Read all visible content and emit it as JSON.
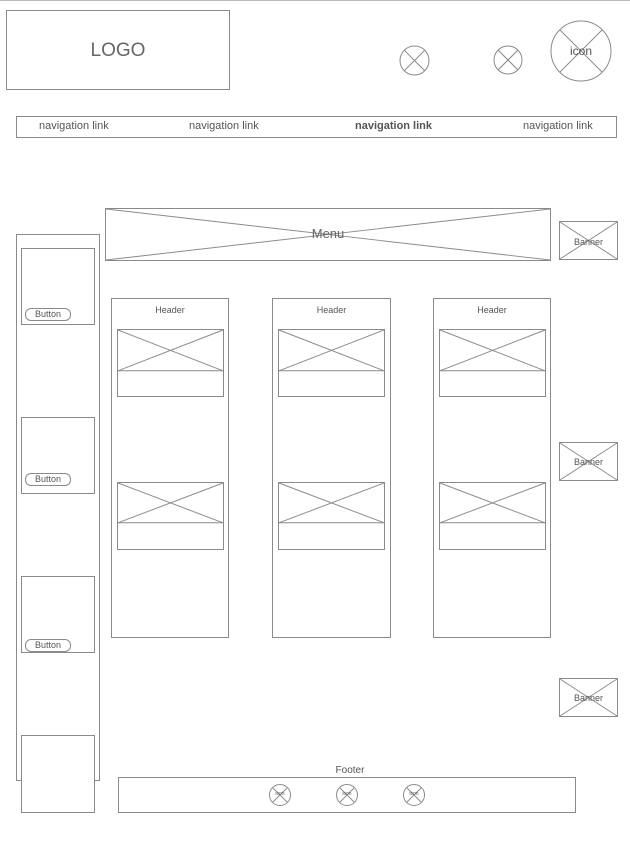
{
  "header": {
    "logo_label": "LOGO",
    "icon_label": "icon"
  },
  "nav": {
    "links": [
      {
        "label": "navigation link",
        "active": false
      },
      {
        "label": "navigation link",
        "active": false
      },
      {
        "label": "navigation link",
        "active": true
      },
      {
        "label": "navigation link",
        "active": false
      }
    ]
  },
  "menu": {
    "label": "Menu"
  },
  "sidebar": {
    "cards": [
      {
        "button_label": "Button"
      },
      {
        "button_label": "Button"
      },
      {
        "button_label": "Button"
      }
    ]
  },
  "columns": [
    {
      "header": "Header"
    },
    {
      "header": "Header"
    },
    {
      "header": "Header"
    }
  ],
  "banners": [
    {
      "label": "Banner"
    },
    {
      "label": "Banner"
    },
    {
      "label": "Banner"
    }
  ],
  "footer": {
    "label": "Footer",
    "icons": [
      "icon",
      "icon",
      "icon"
    ]
  },
  "colors": {
    "line": "#8a8a8a",
    "text": "#555555",
    "background": "#ffffff"
  }
}
